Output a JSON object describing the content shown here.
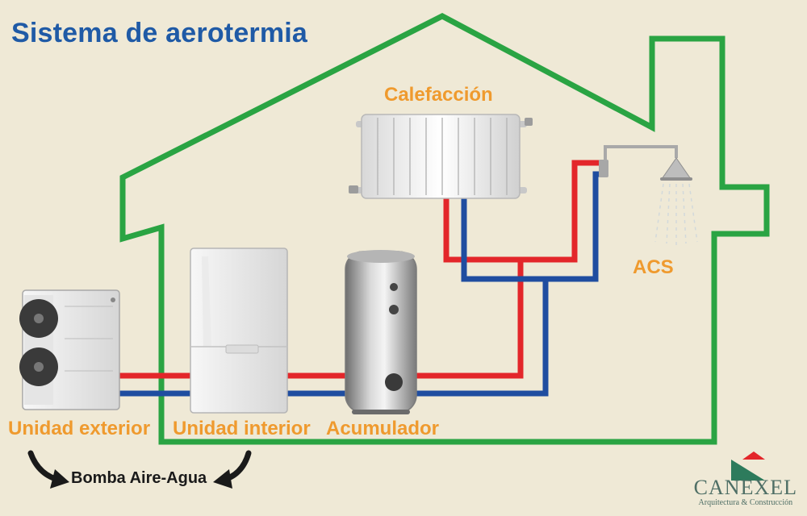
{
  "title": "Sistema de aerotermia",
  "labels": {
    "unidad_exterior": "Unidad exterior",
    "unidad_interior": "Unidad interior",
    "acumulador": "Acumulador",
    "calefaccion": "Calefacción",
    "acs": "ACS",
    "bomba": "Bomba Aire-Agua"
  },
  "brand": {
    "name": "CANEXEL",
    "subtitle": "Arquitectura & Construcción"
  },
  "colors": {
    "title": "#1f5aa6",
    "label_orange": "#ef9a2e",
    "house_outline": "#2aa443",
    "hot_pipe": "#e3262a",
    "cold_pipe": "#1f4da0",
    "background": "#efe9d6"
  }
}
